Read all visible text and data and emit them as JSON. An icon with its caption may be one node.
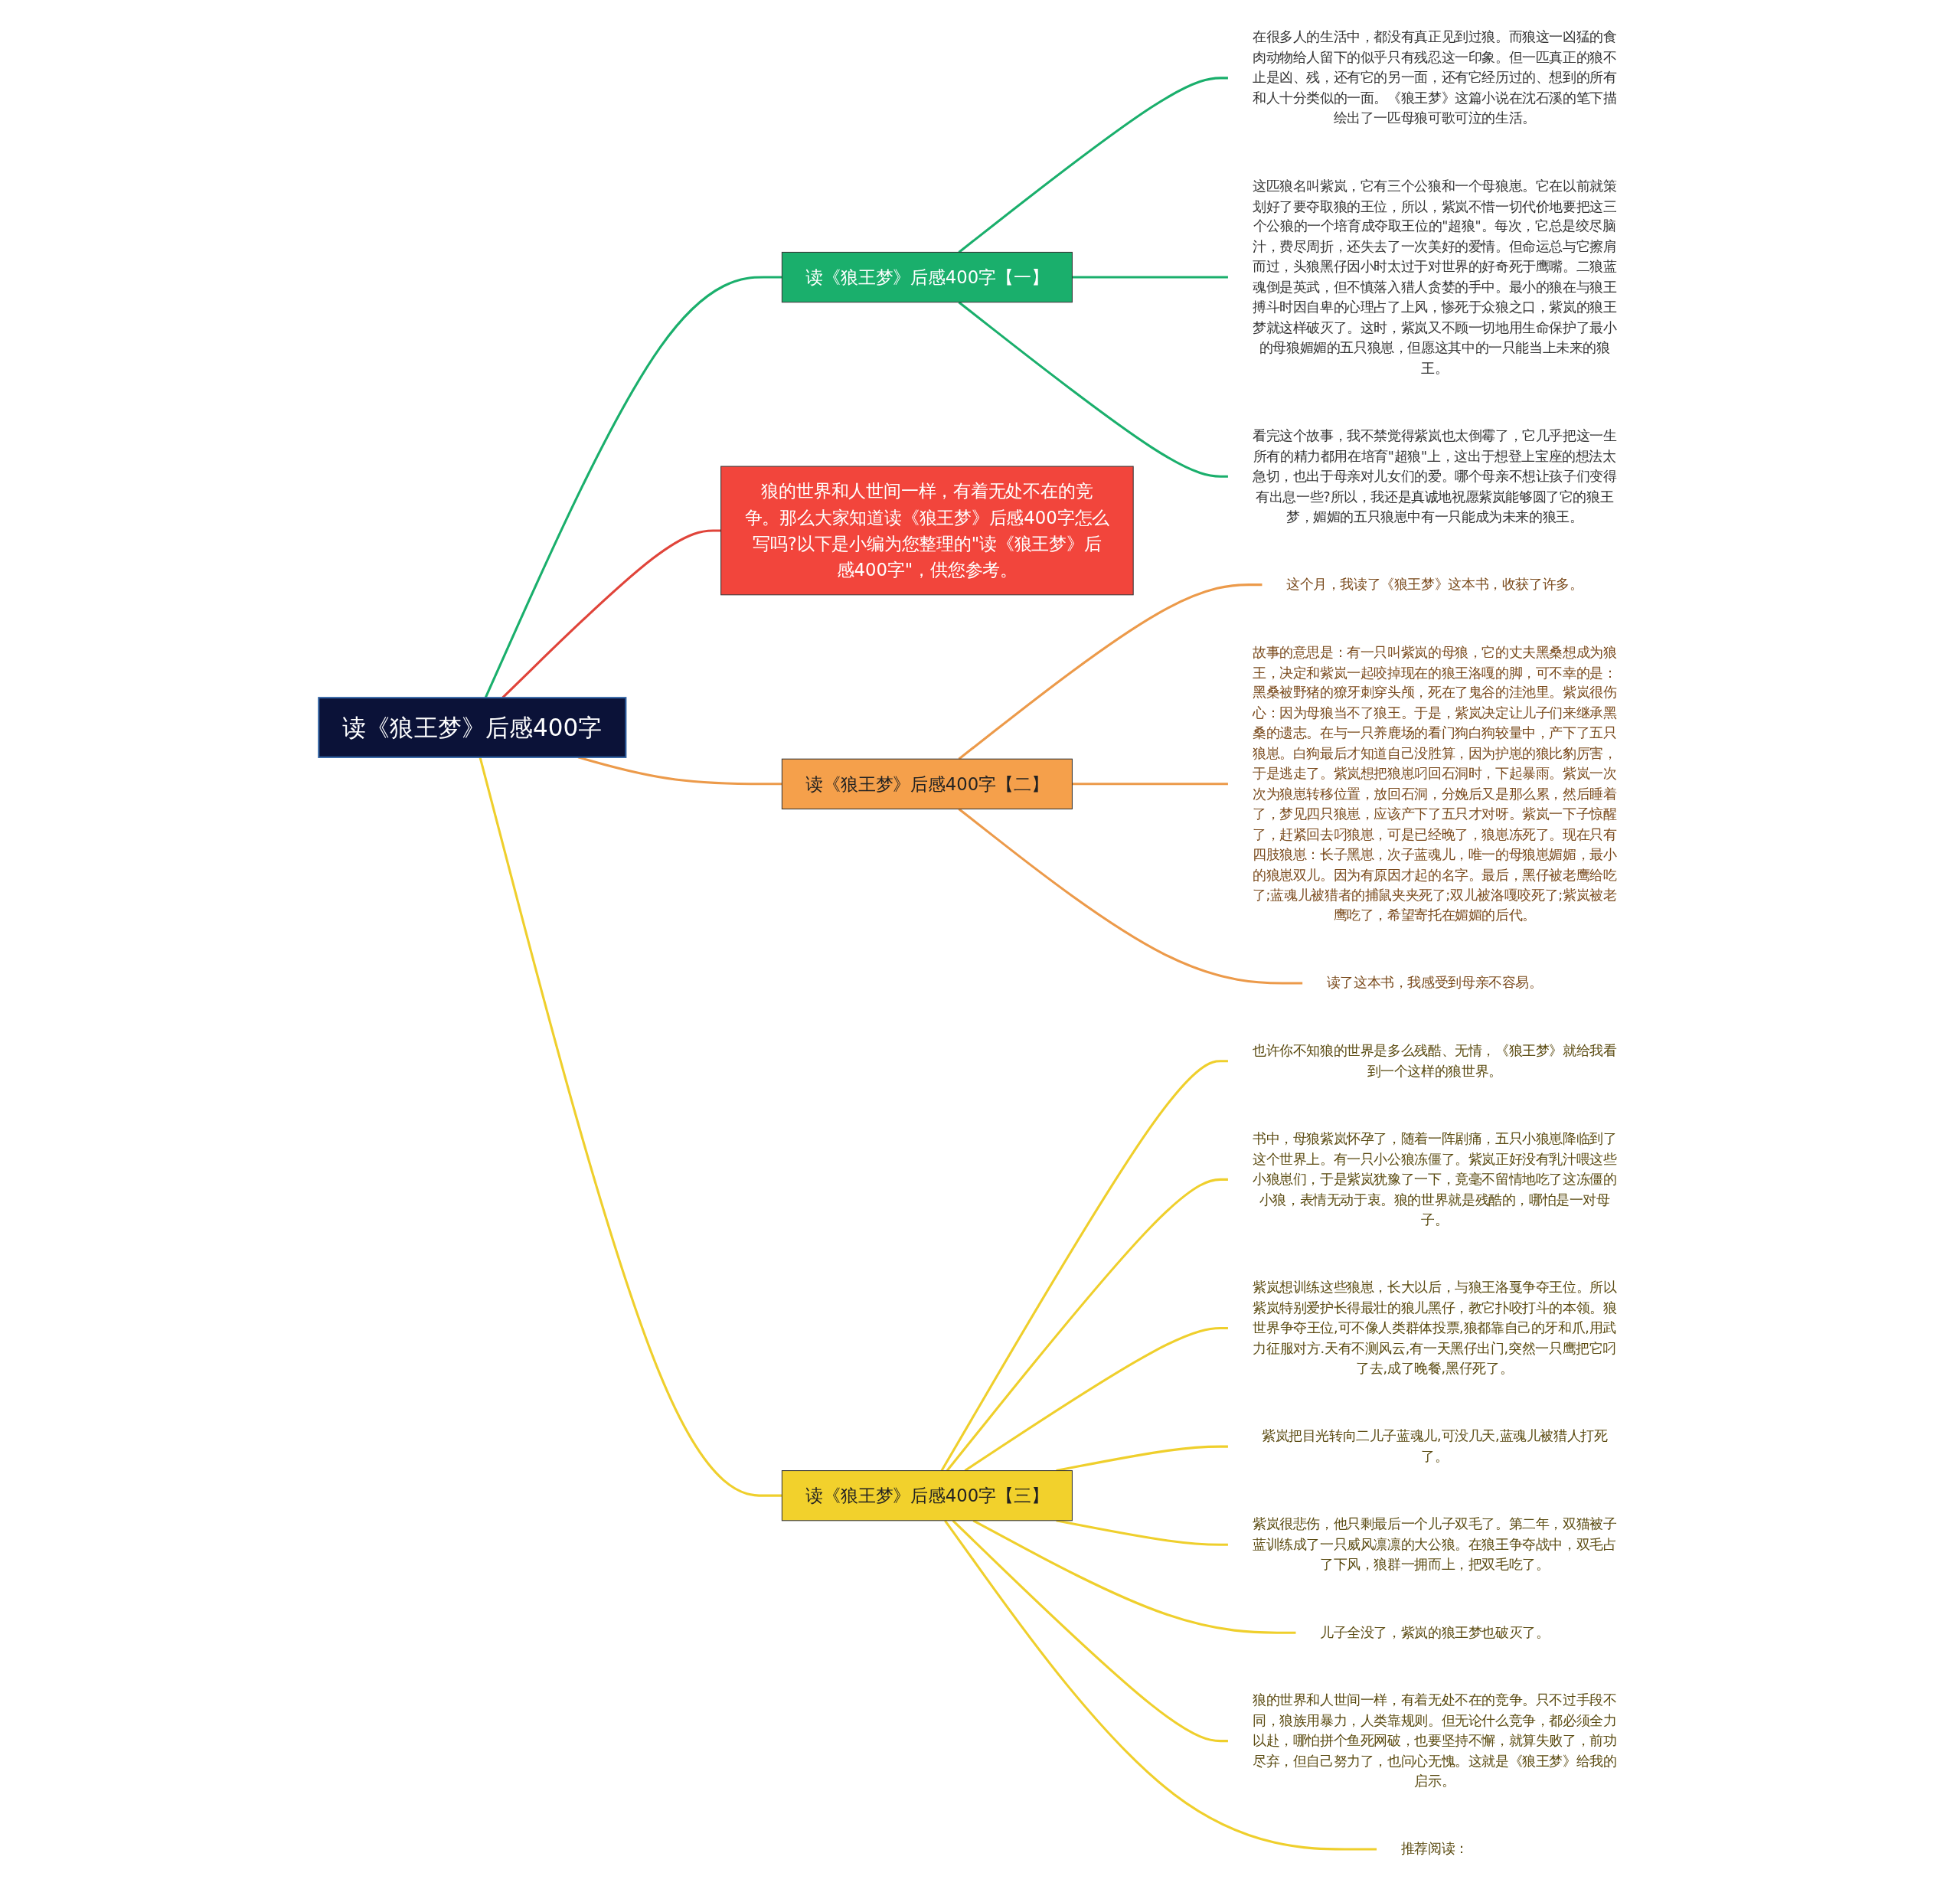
{
  "diagram": {
    "nodes": [
      {
        "text": [
          "读《狼王梦》后感400字"
        ]
      },
      {
        "text": [
          "读《狼王梦》后感400字【一】"
        ]
      },
      {
        "text": [
          "在很多人的生活中，都没有真正见到过狼。而狼这一凶猛的食肉动物给人留下的似乎只有残忍这一印象。但一匹真正的狼不止是凶、残，还有它的另一面，还有它经历过的、想到的所有和人十分类似的一面。《狼王梦》这篇小说在沈石溪的笔下描绘出了一匹母狼可歌可泣的生活。"
        ]
      },
      {
        "text": [
          "这匹狼名叫紫岚，它有三个公狼和一个母狼崽。它在以前就策划好了要夺取狼的王位，所以，紫岚不惜一切代价地要把这三个公狼的一个培育成夺取王位的\"超狼\"。每次，它总是绞尽脑汁，费尽周折，还失去了一次美好的爱情。但命运总与它擦肩而过，头狼黑仔因小时太过于对世界的好奇死于鹰嘴。二狼蓝魂倒是英武，但不慎落入猎人贪婪的手中。最小的狼在与狼王搏斗时因自卑的心理占了上风，惨死于众狼之口，紫岚的狼王梦就这样破灭了。这时，紫岚又不顾一切地用生命保护了最小的母狼媚媚的五只狼崽，但愿这其中的一只能当上未来的狼王。"
        ]
      },
      {
        "text": [
          "看完这个故事，我不禁觉得紫岚也太倒霉了，它几乎把这一生所有的精力都用在培育\"超狼\"上，这出于想登上宝座的想法太急切，也出于母亲对儿女们的爱。哪个母亲不想让孩子们变得有出息一些?所以，我还是真诚地祝愿紫岚能够圆了它的狼王梦，媚媚的五只狼崽中有一只能成为未来的狼王。"
        ]
      },
      {
        "text": [
          "狼的世界和人世间一样，有着无处不在的竞争。那么大家知道读《狼王梦》后感400字怎么写吗?以下是小编为您整理的\"读《狼王梦》后感400字\"，供您参考。"
        ]
      },
      {
        "text": [
          "读《狼王梦》后感400字【二】"
        ]
      },
      {
        "text": [
          "这个月，我读了《狼王梦》这本书，收获了许多。"
        ]
      },
      {
        "text": [
          "故事的意思是：有一只叫紫岚的母狼，它的丈夫黑桑想成为狼王，决定和紫岚一起咬掉现在的狼王洛嘎的脚，可不幸的是：黑桑被野猪的獠牙刺穿头颅，死在了鬼谷的洼池里。紫岚很伤心：因为母狼当不了狼王。于是，紫岚决定让儿子们来继承黑桑的遗志。在与一只养鹿场的看门狗白狗较量中，产下了五只狼崽。白狗最后才知道自己没胜算，因为护崽的狼比豹厉害，于是逃走了。紫岚想把狼崽叼回石洞时，下起暴雨。紫岚一次次为狼崽转移位置，放回石洞，分娩后又是那么累，然后睡着了，梦见四只狼崽，应该产下了五只才对呀。紫岚一下子惊醒了，赶紧回去叼狼崽，可是已经晚了，狼崽冻死了。现在只有四肢狼崽：长子黑崽，次子蓝魂儿，唯一的母狼崽媚媚，最小的狼崽双儿。因为有原因才起的名字。最后，黑仔被老鹰给吃了;蓝魂儿被猎者的捕鼠夹夹死了;双儿被洛嘎咬死了;紫岚被老鹰吃了，希望寄托在媚媚的后代。"
        ]
      },
      {
        "text": [
          "读了这本书，我感受到母亲不容易。"
        ]
      },
      {
        "text": [
          "读《狼王梦》后感400字【三】"
        ]
      },
      {
        "text": [
          "也许你不知狼的世界是多么残酷、无情，《狼王梦》就给我看到一个这样的狼世界。"
        ]
      },
      {
        "text": [
          "书中，母狼紫岚怀孕了，随着一阵剧痛，五只小狼崽降临到了这个世界上。有一只小公狼冻僵了。紫岚正好没有乳汁喂这些小狼崽们，于是紫岚犹豫了一下，竟毫不留情地吃了这冻僵的小狼，表情无动于衷。狼的世界就是残酷的，哪怕是一对母子。"
        ]
      },
      {
        "text": [
          "紫岚想训练这些狼崽，长大以后，与狼王洛戛争夺王位。所以紫岚特别爱护长得最壮的狼儿黑仔，教它扑咬打斗的本领。狼世界争夺王位,可不像人类群体投票,狼都靠自己的牙和爪,用武力征服对方.天有不测风云,有一天黑仔出门,突然一只鹰把它叼了去,成了晚餐,黑仔死了。"
        ]
      },
      {
        "text": [
          "紫岚把目光转向二儿子蓝魂儿,可没几天,蓝魂儿被猎人打死了。"
        ]
      },
      {
        "text": [
          "紫岚很悲伤，他只剩最后一个儿子双毛了。第二年，双猫被子蓝训练成了一只威风凛凛的大公狼。在狼王争夺战中，双毛占了下风，狼群一拥而上，把双毛吃了。"
        ]
      },
      {
        "text": [
          "儿子全没了，紫岚的狼王梦也破灭了。"
        ]
      },
      {
        "text": [
          "狼的世界和人世间一样，有着无处不在的竞争。只不过手段不同，狼族用暴力，人类靠规则。但无论什么竞争，都必须全力以赴，哪怕拼个鱼死网破，也要坚持不懈，就算失败了，前功尽弃，但自己努力了，也问心无愧。这就是《狼王梦》给我的启示。"
        ]
      },
      {
        "text": [
          "推荐阅读："
        ]
      }
    ],
    "edges": [
      {
        "from": 0,
        "to": 1,
        "arrow": "none",
        "color": "#1aaf6c"
      },
      {
        "from": 1,
        "to": 2,
        "arrow": "none",
        "color": "#1aaf6c"
      },
      {
        "from": 1,
        "to": 3,
        "arrow": "none",
        "color": "#1aaf6c"
      },
      {
        "from": 1,
        "to": 4,
        "arrow": "none",
        "color": "#1aaf6c"
      },
      {
        "from": 0,
        "to": 5,
        "arrow": "none",
        "color": "#e0443a"
      },
      {
        "from": 0,
        "to": 6,
        "arrow": "none",
        "color": "#ec9a4a"
      },
      {
        "from": 6,
        "to": 7,
        "arrow": "none",
        "color": "#ec9a4a"
      },
      {
        "from": 6,
        "to": 8,
        "arrow": "none",
        "color": "#ec9a4a"
      },
      {
        "from": 6,
        "to": 9,
        "arrow": "none",
        "color": "#ec9a4a"
      },
      {
        "from": 0,
        "to": 10,
        "arrow": "none"
      },
      {
        "from": 10,
        "to": 11,
        "arrow": "none"
      },
      {
        "from": 10,
        "to": 12,
        "arrow": "none"
      },
      {
        "from": 10,
        "to": 13,
        "arrow": "none"
      },
      {
        "from": 10,
        "to": 14,
        "arrow": "none"
      },
      {
        "from": 10,
        "to": 15,
        "arrow": "none"
      },
      {
        "from": 10,
        "to": 16,
        "arrow": "none"
      },
      {
        "from": 10,
        "to": 17,
        "arrow": "none"
      },
      {
        "from": 10,
        "to": 18,
        "arrow": "none"
      }
    ]
  }
}
